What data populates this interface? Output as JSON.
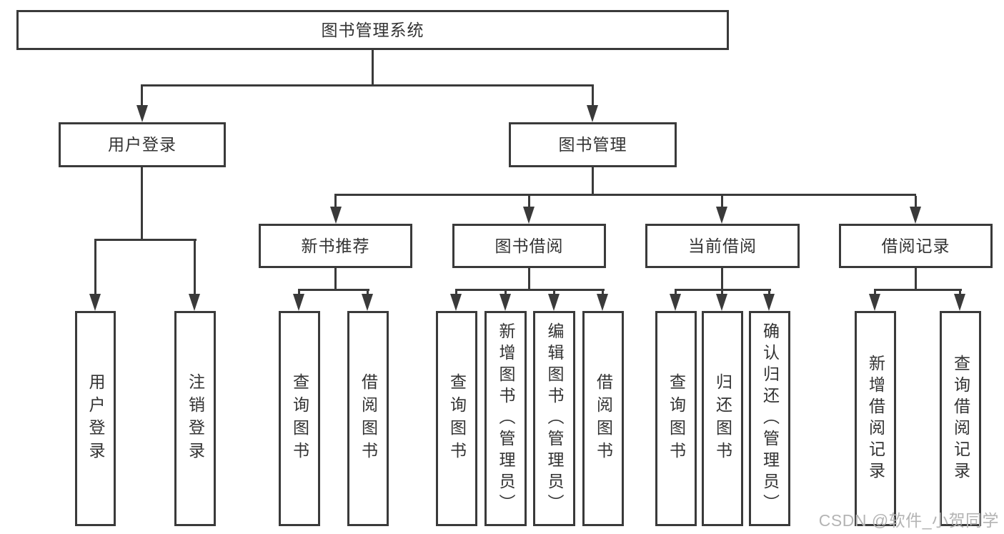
{
  "diagram": {
    "title": "图书管理系统",
    "watermark": "CSDN @软件_小贺同学",
    "colors": {
      "line": "#3a3a3a",
      "text": "#333333",
      "background": "#ffffff",
      "watermark": "#b4b4b4"
    },
    "tree": {
      "label": "图书管理系统",
      "children": [
        {
          "label": "用户登录",
          "children": [
            {
              "label": "用户登录"
            },
            {
              "label": "注销登录"
            }
          ]
        },
        {
          "label": "图书管理",
          "children": [
            {
              "label": "新书推荐",
              "children": [
                {
                  "label": "查询图书"
                },
                {
                  "label": "借阅图书"
                }
              ]
            },
            {
              "label": "图书借阅",
              "children": [
                {
                  "label": "查询图书"
                },
                {
                  "label": "新增图书（管理员）"
                },
                {
                  "label": "编辑图书（管理员）"
                },
                {
                  "label": "借阅图书"
                }
              ]
            },
            {
              "label": "当前借阅",
              "children": [
                {
                  "label": "查询图书"
                },
                {
                  "label": "归还图书"
                },
                {
                  "label": "确认归还（管理员）"
                }
              ]
            },
            {
              "label": "借阅记录",
              "children": [
                {
                  "label": "新增借阅记录"
                },
                {
                  "label": "查询借阅记录"
                }
              ]
            }
          ]
        }
      ]
    }
  }
}
